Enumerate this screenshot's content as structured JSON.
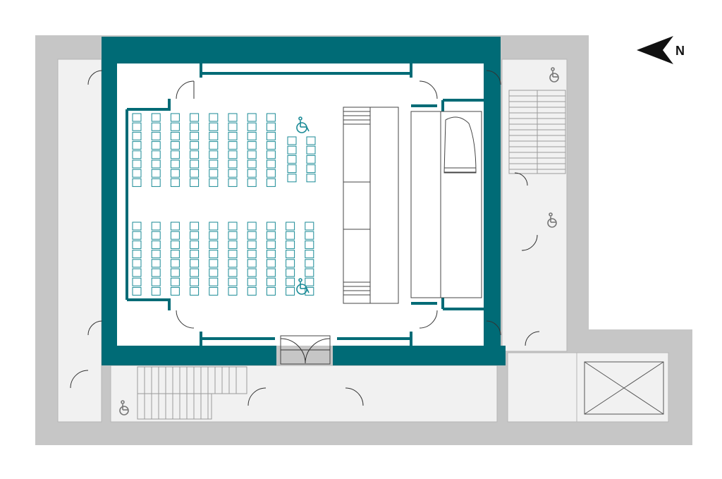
{
  "plan": {
    "north_label": "N",
    "colors": {
      "outer_wall": "#c6c6c6",
      "room_floor": "#f1f1f1",
      "hall_floor": "#ffffff",
      "teal_wall": "#006b76",
      "seat": "#1a8a96",
      "line": "#9a9a9a",
      "dark_line": "#333333"
    },
    "icons": {
      "wheelchair": "wheelchair-icon",
      "north_arrow": "north-arrow-icon",
      "piano": "grand-piano-icon"
    },
    "seating": {
      "upper_block": {
        "columns": 8,
        "rows": 8,
        "side_columns": 2,
        "side_rows": 5
      },
      "lower_block": {
        "columns": 10,
        "rows": 8
      }
    }
  }
}
